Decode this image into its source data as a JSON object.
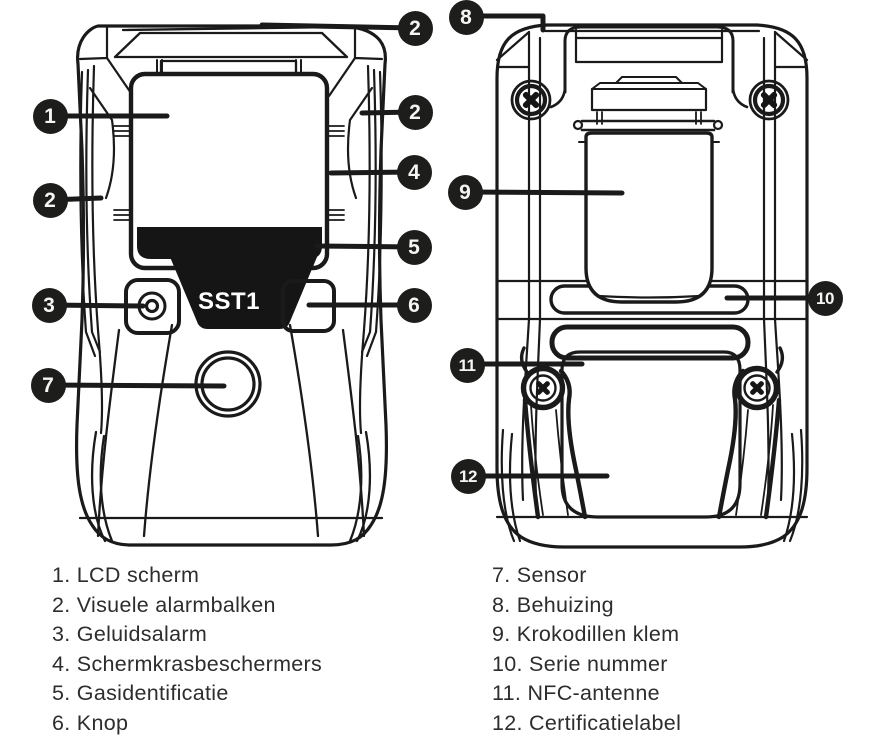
{
  "device": {
    "label": "SST1"
  },
  "callouts": {
    "n1": "1",
    "n2": "2",
    "n3": "3",
    "n4": "4",
    "n5": "5",
    "n6": "6",
    "n7": "7",
    "n8": "8",
    "n9": "9",
    "n10": "10",
    "n11": "11",
    "n12": "12"
  },
  "legend": {
    "left": [
      "1. LCD scherm",
      "2. Visuele alarmbalken",
      "3. Geluidsalarm",
      "4. Schermkrasbeschermers",
      "5. Gasidentificatie",
      "6. Knop"
    ],
    "right": [
      "7. Sensor",
      "8. Behuizing",
      "9. Krokodillen klem",
      "10. Serie nummer",
      "11. NFC-antenne",
      "12. Certificatielabel"
    ]
  },
  "icons": {
    "speaker": "speaker-icon",
    "button": "button-icon",
    "sensor": "sensor-icon",
    "screw": "phillips-screw-icon",
    "clip": "crocodile-clip-icon"
  },
  "colors": {
    "ink": "#1a1a1a",
    "badge_fill": "#1d1d1b",
    "badge_text": "#f5f5f5",
    "band_fill": "#151515",
    "legend_text": "#2d2d2d",
    "background": "#ffffff"
  }
}
